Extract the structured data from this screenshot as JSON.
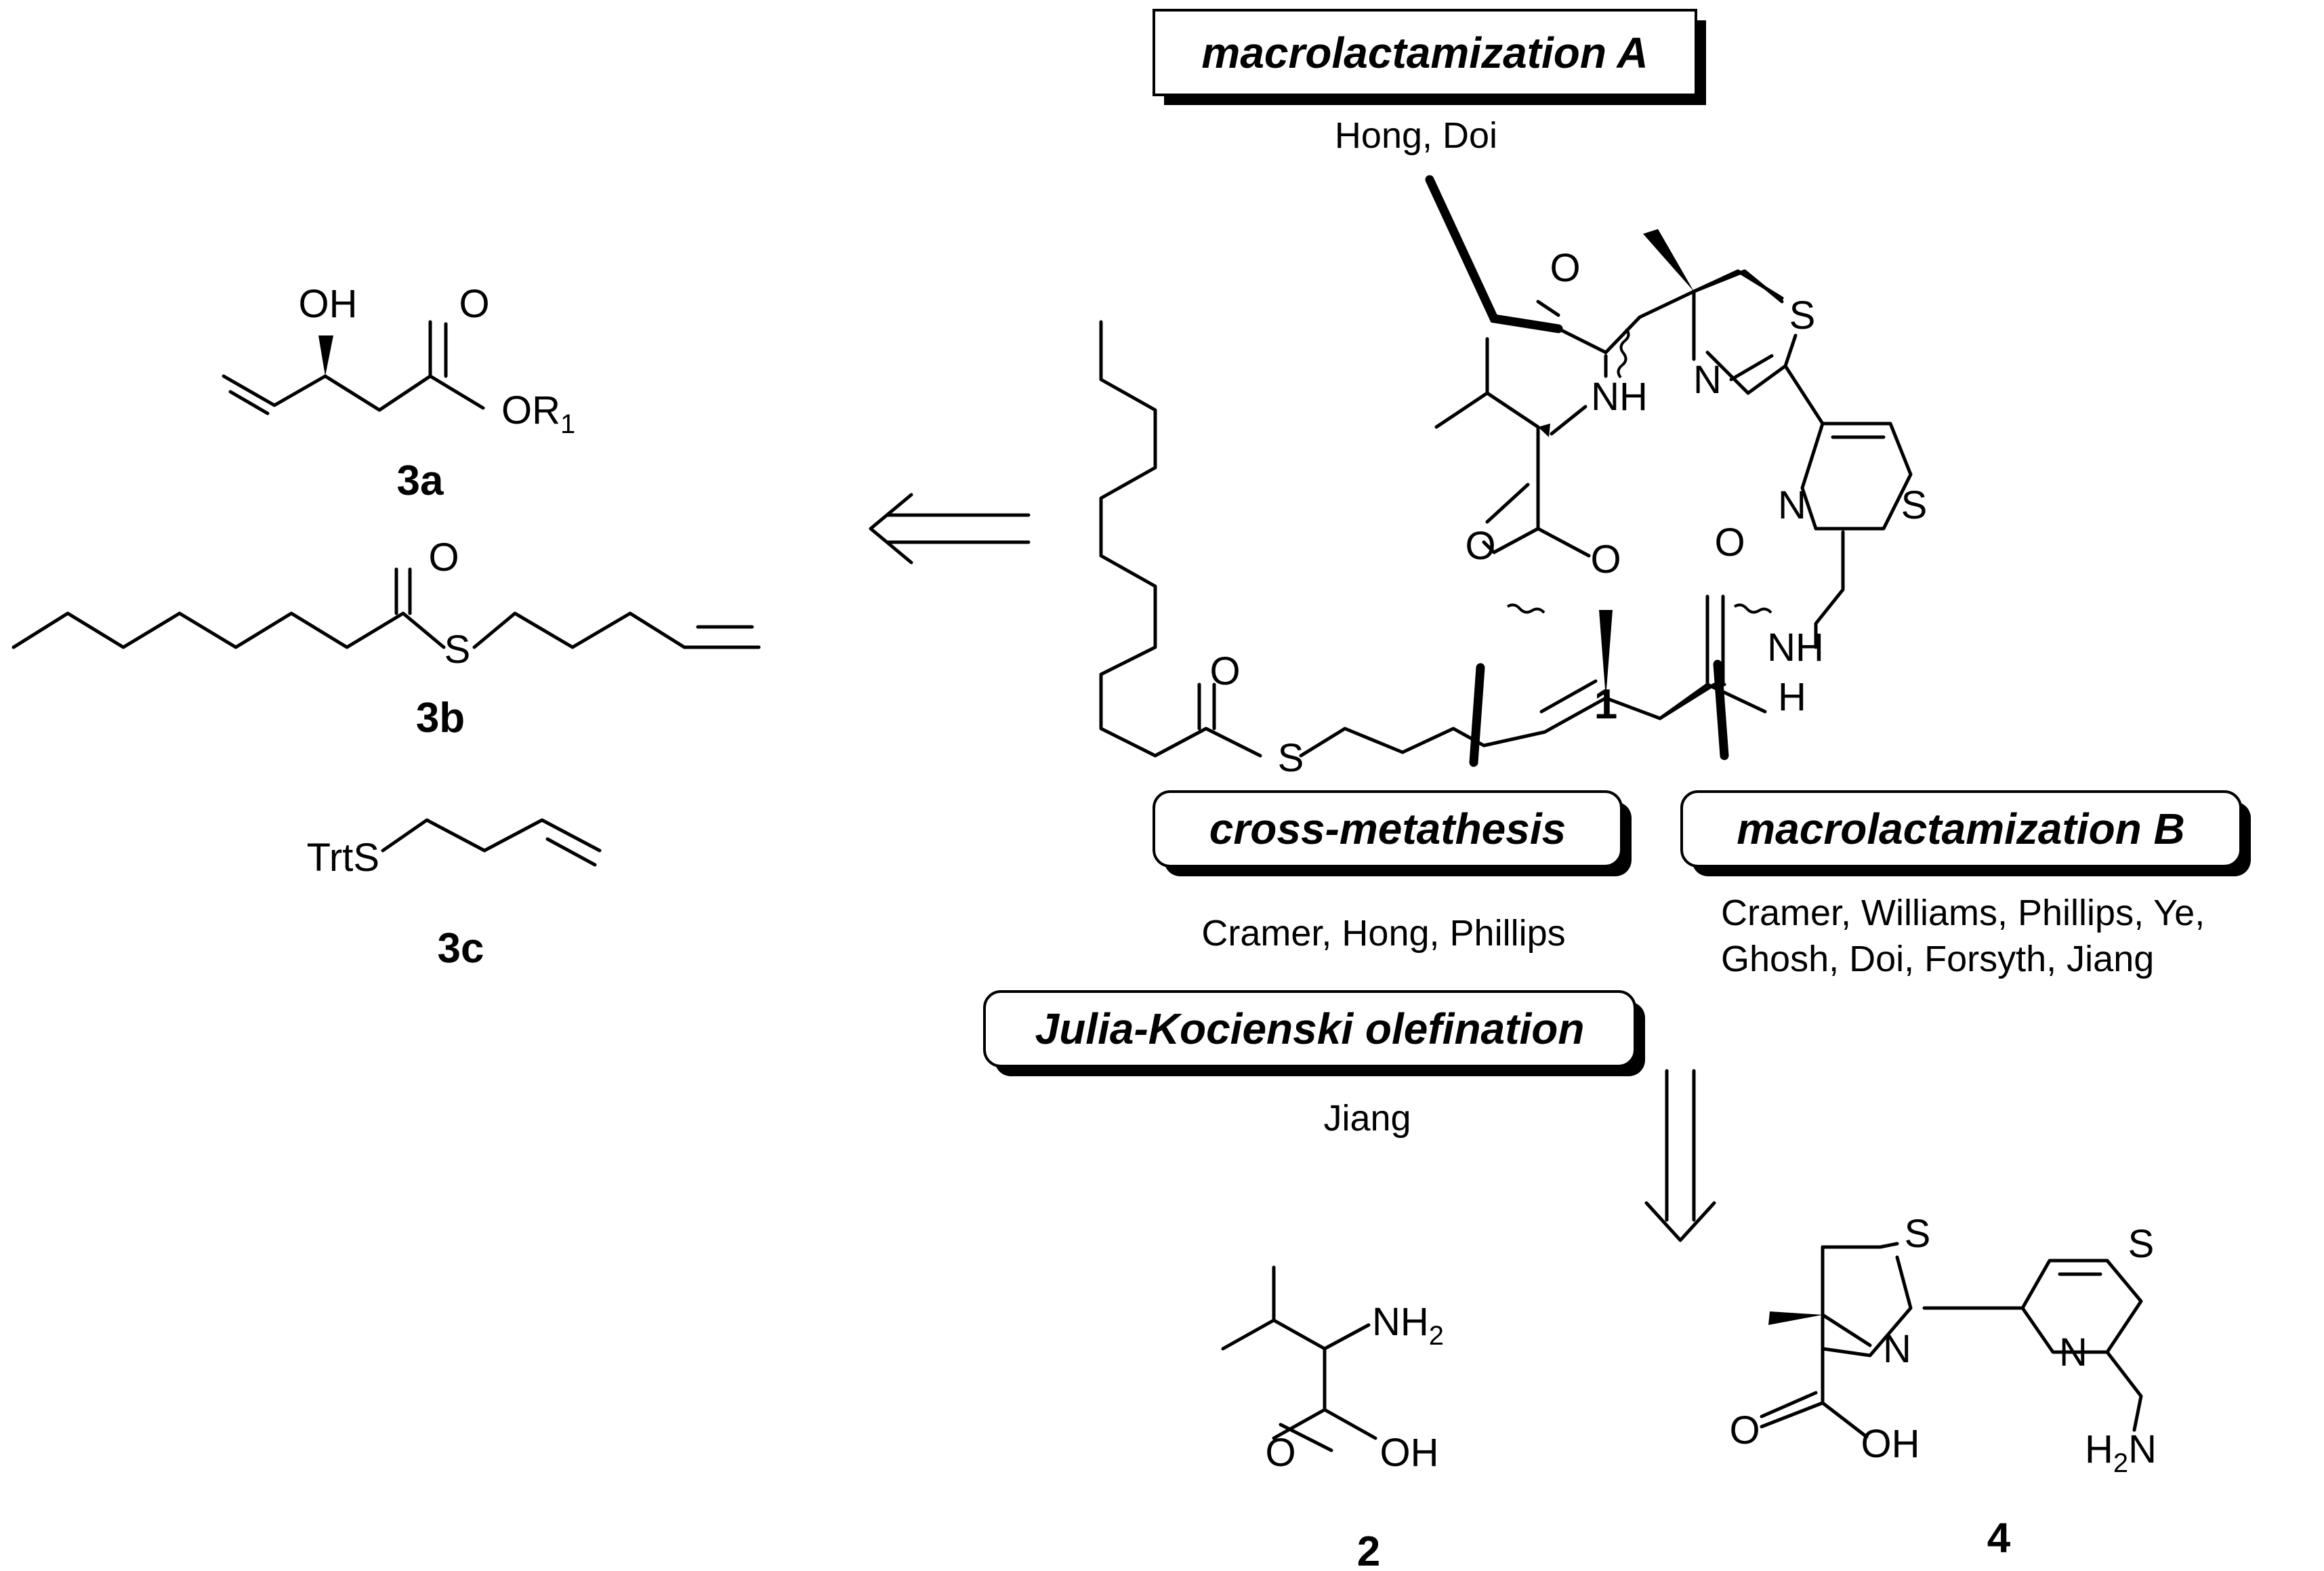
{
  "boxes": {
    "macro_a": "macrolactamization A",
    "cross_metathesis": "cross-metathesis",
    "macro_b": "macrolactamization B",
    "julia": "Julia-Kocienski olefination"
  },
  "authors": {
    "macro_a": "Hong, Doi",
    "cross_metathesis": "Cramer, Hong, Phillips",
    "macro_b_line1": "Cramer, Williams, Phillips, Ye,",
    "macro_b_line2": "Ghosh, Doi, Forsyth, Jiang",
    "julia": "Jiang"
  },
  "compounds": {
    "c1": "1",
    "c2": "2",
    "c3a": "3a",
    "c3b": "3b",
    "c3c": "3c",
    "c4": "4"
  },
  "atoms": {
    "OH": "OH",
    "O": "O",
    "OR": "OR",
    "one": "1",
    "S": "S",
    "N": "N",
    "NH": "NH",
    "H": "H",
    "TrtS": "TrtS",
    "NH2_base": "NH",
    "NH2_sub": "2",
    "H2N_pre": "H",
    "H2N_sub": "2",
    "H2N_post": "N"
  }
}
